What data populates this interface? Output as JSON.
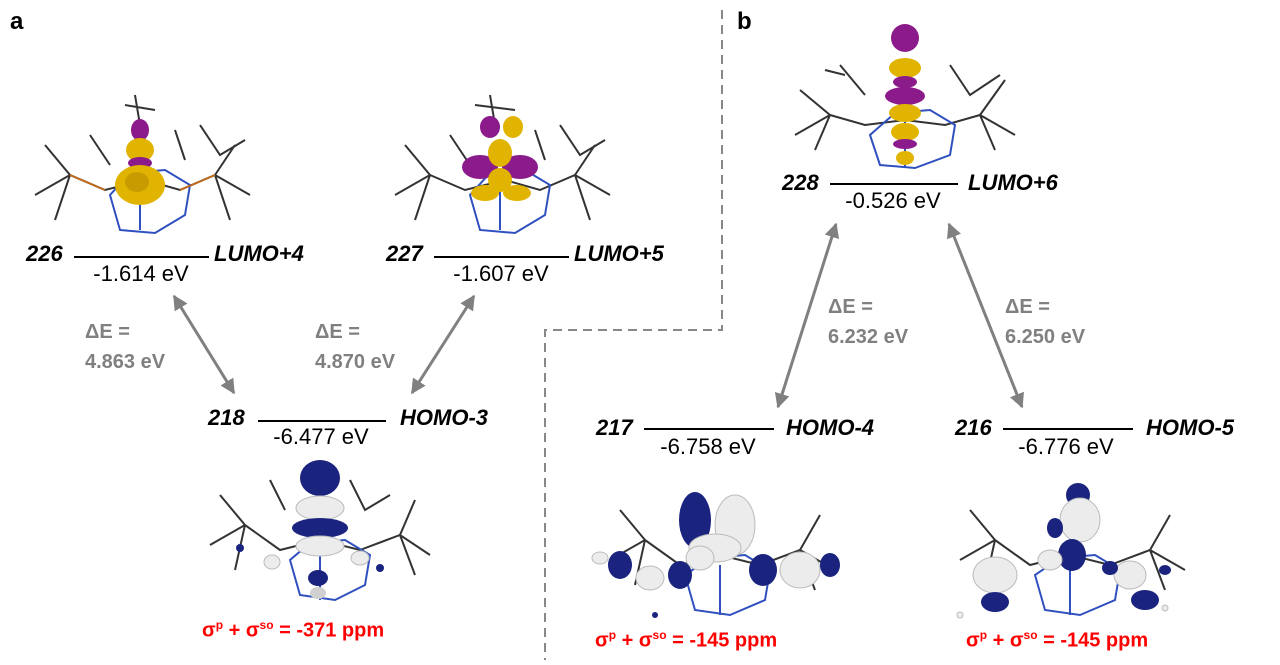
{
  "panels": {
    "a": "a",
    "b": "b"
  },
  "orbitals": {
    "o226": {
      "number": "226",
      "energy": "-1.614 eV",
      "name": "LUMO+4"
    },
    "o227": {
      "number": "227",
      "energy": "-1.607 eV",
      "name": "LUMO+5"
    },
    "o218": {
      "number": "218",
      "energy": "-6.477 eV",
      "name": "HOMO-3"
    },
    "o228": {
      "number": "228",
      "energy": "-0.526 eV",
      "name": "LUMO+6"
    },
    "o217": {
      "number": "217",
      "energy": "-6.758 eV",
      "name": "HOMO-4"
    },
    "o216": {
      "number": "216",
      "energy": "-6.776 eV",
      "name": "HOMO-5"
    }
  },
  "gaps": {
    "g1": {
      "label": "ΔE =",
      "value": "4.863 eV"
    },
    "g2": {
      "label": "ΔE =",
      "value": "4.870 eV"
    },
    "g3": {
      "label": "ΔE =",
      "value": "6.232 eV"
    },
    "g4": {
      "label": "ΔE =",
      "value": "6.250 eV"
    }
  },
  "shielding": {
    "s1": {
      "prefix": "σ",
      "p": "p",
      "plus": " + σ",
      "so": "so",
      "value": " = -371 ppm"
    },
    "s2": {
      "prefix": "σ",
      "p": "p",
      "plus": " + σ",
      "so": "so",
      "value": " = -145 ppm"
    },
    "s3": {
      "prefix": "σ",
      "p": "p",
      "plus": " + σ",
      "so": "so",
      "value": " = -145 ppm"
    }
  },
  "colors": {
    "lumo_lobe_1": "#8b1a8b",
    "lumo_lobe_2": "#e0b400",
    "homo_lobe_1": "#1a237e",
    "homo_lobe_2": "#ececec",
    "arrow": "#808080",
    "delta_text": "#808080",
    "shielding_text": "#ff0000",
    "p_bond": "#c06a1a",
    "n_bond": "#3050c0"
  }
}
